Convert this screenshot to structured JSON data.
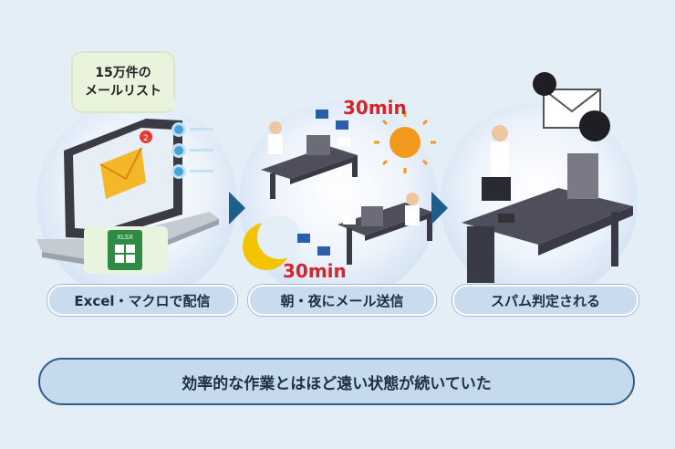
{
  "bubble": {
    "line1": "15万件の",
    "line2": "メールリスト"
  },
  "steps": [
    {
      "label": "Excel・マクロで配信"
    },
    {
      "label": "朝・夜にメール送信"
    },
    {
      "label": "スパム判定される"
    }
  ],
  "duration_morning": "30min",
  "duration_night": "30min",
  "xlsx_label": "XLSX",
  "notification_count": "2",
  "summary": "効率的な作業とはほど遠い状態が続いていた",
  "colors": {
    "accent_blue": "#1d5f8c",
    "alert_red": "#d2262b",
    "sun": "#f39a1e",
    "moon": "#f5c400",
    "excel_green": "#2e8b46"
  },
  "icons": [
    "envelope-icon",
    "excel-file-icon",
    "sun-icon",
    "moon-icon",
    "spam-virus-icon",
    "laptop-icon",
    "person-icon"
  ]
}
